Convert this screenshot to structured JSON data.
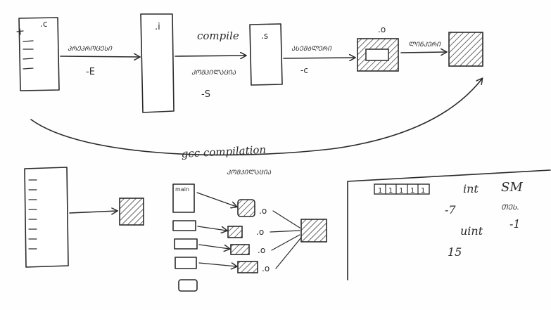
{
  "pipeline": {
    "ext_c": ".c",
    "ext_i": ".i",
    "ext_s": ".s",
    "ext_o": ".o",
    "arrow1_label": "ᲞᲠᲔᲞᲠᲝᲪᲔᲡᲘ",
    "arrow1_flag": "-E",
    "arrow2_label": "compile",
    "arrow2_sublabel": "ᲙᲝᲛᲞᲘᲚᲐᲪᲘᲐ",
    "arrow2_flag": "-S",
    "arrow3_label": "ᲐᲡᲔᲛᲑᲚᲔᲠᲘ",
    "arrow3_flag": "-c",
    "arrow4_label": "ᲚᲘᲜᲙᲔᲠᲘ"
  },
  "gcc": {
    "label": "gcc compilation",
    "sublabel": "ᲙᲝᲛᲞᲘᲚᲐᲪᲘᲐ"
  },
  "linking": {
    "main_label": "main",
    "obj_labels": [
      ".o",
      ".o",
      ".o",
      ".o"
    ]
  },
  "memory": {
    "bits": [
      "1",
      "1",
      "1",
      "1",
      "1"
    ],
    "int_label": "int",
    "sm_label": "SM",
    "neg_seven": "-7",
    "ten_label": "ᲗᲔᲡ.",
    "uint_label": "uint",
    "neg_one": "-1",
    "fifteen": "15"
  },
  "colors": {
    "ink": "#2a2a2a",
    "background": "#fefefe"
  }
}
